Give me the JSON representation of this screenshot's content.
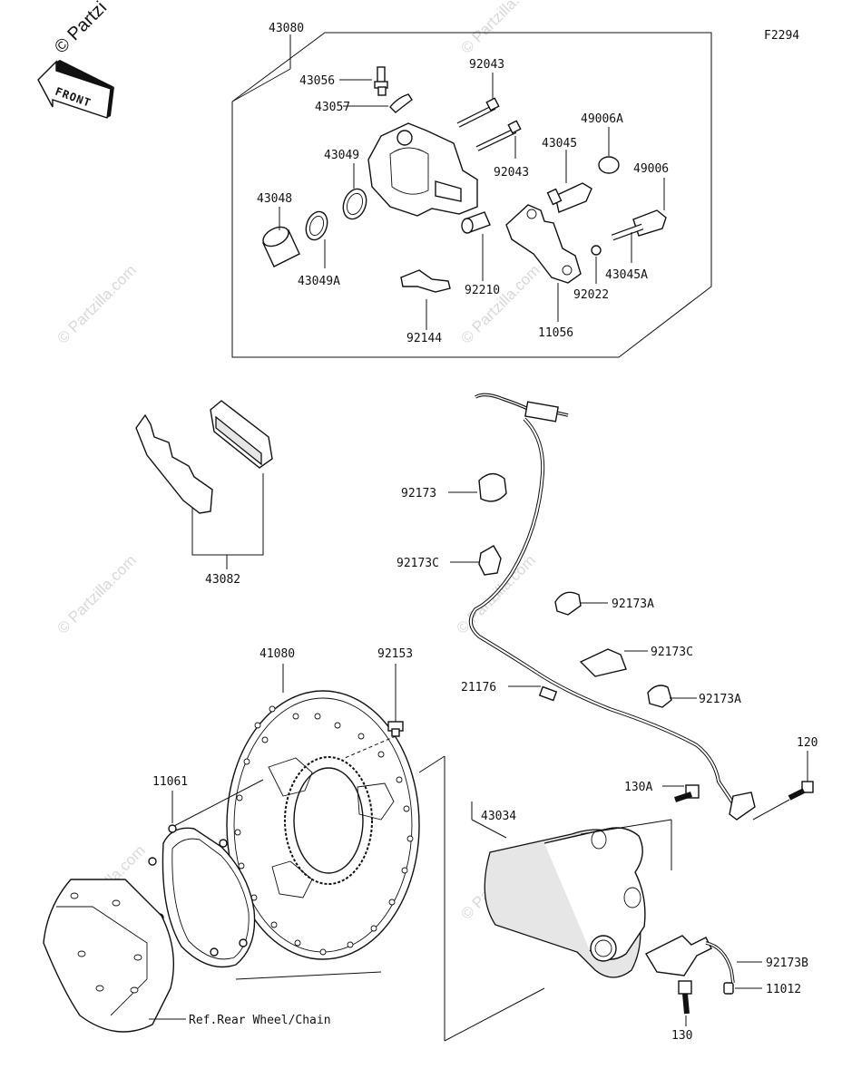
{
  "diagram_code": "F2294",
  "watermark": {
    "text": "© Partzilla.com",
    "corner_text": "© Partzi"
  },
  "front_arrow": {
    "text": "FRONT"
  },
  "labels": {
    "p43080": "43080",
    "p43056": "43056",
    "p43057": "43057",
    "p92043a": "92043",
    "p92043b": "92043",
    "p49006A": "49006A",
    "p43045": "43045",
    "p43049": "43049",
    "p49006": "49006",
    "p43048": "43048",
    "p43049A": "43049A",
    "p92210": "92210",
    "p92022": "92022",
    "p43045A": "43045A",
    "p11056": "11056",
    "p92144": "92144",
    "p43082": "43082",
    "p92173": "92173",
    "p92173C_a": "92173C",
    "p92173A_a": "92173A",
    "p92173C_b": "92173C",
    "p92173A_b": "92173A",
    "p21176": "21176",
    "p41080": "41080",
    "p92153": "92153",
    "p120": "120",
    "p130A": "130A",
    "p11061": "11061",
    "p43034": "43034",
    "p92173B": "92173B",
    "p11012": "11012",
    "p130": "130",
    "ref_wheel": "Ref.Rear Wheel/Chain"
  }
}
